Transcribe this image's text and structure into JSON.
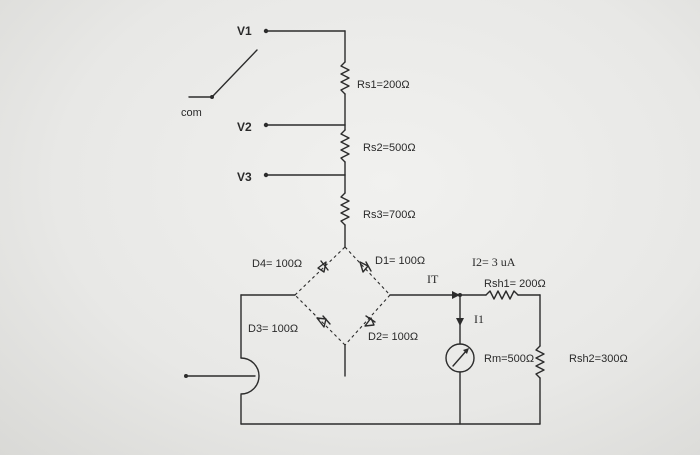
{
  "terminals": {
    "v1": "V1",
    "v2": "V2",
    "v3": "V3",
    "com": "com"
  },
  "resistors": {
    "rs1": "Rs1=200Ω",
    "rs2": "Rs2=500Ω",
    "rs3": "Rs3=700Ω",
    "rsh1": "Rsh1= 200Ω",
    "rm": "Rm=500Ω",
    "rsh2": "Rsh2=300Ω"
  },
  "diodes": {
    "d1": "D1= 100Ω",
    "d2": "D2= 100Ω",
    "d3": "D3= 100Ω",
    "d4": "D4= 100Ω"
  },
  "currents": {
    "it": "IT",
    "i1": "I1",
    "i2": "I2= 3 uA"
  }
}
